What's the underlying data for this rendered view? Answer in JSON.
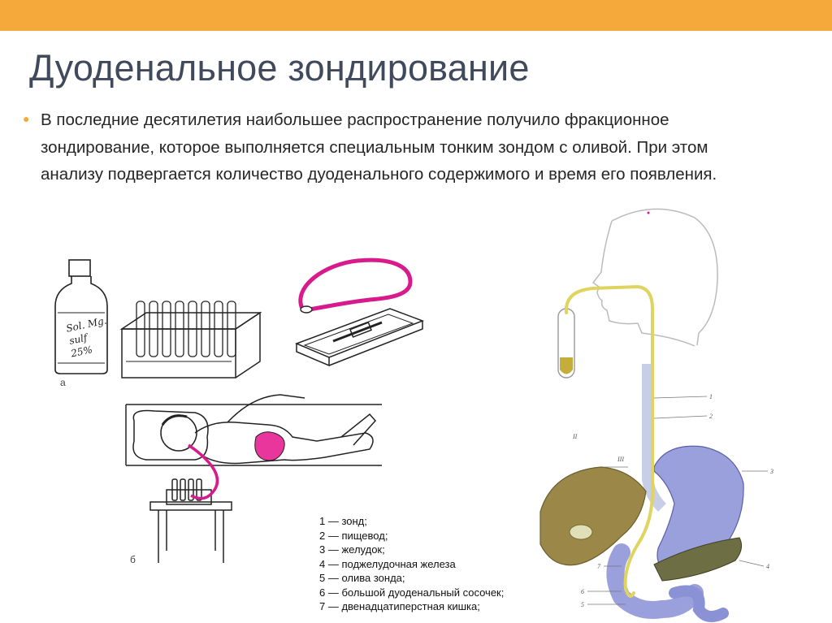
{
  "slide": {
    "title": "Дуоденальное зондирование",
    "bullet": "В последние десятилетия наибольшее распространение получило фракционное зондирование, которое выполняется специальным тонким зондом с оливой. При этом анализу подвергается количество дуоденального содержимого и время его появления.",
    "colors": {
      "accent_bar": "#f6a93b",
      "title": "#404a5c",
      "probe": "#d81b8c",
      "stomach": "#9aa0dc",
      "liver": "#9b8747",
      "tube": "#e0d460"
    }
  },
  "figure_a": {
    "panel_label": "а",
    "bottle_label": [
      "Sol. Mg.",
      "sulf",
      "25%"
    ]
  },
  "figure_b": {
    "panel_label": "б"
  },
  "anatomy": {
    "labels": [
      "1",
      "2",
      "3",
      "4",
      "5",
      "6",
      "7",
      "II",
      "III"
    ]
  },
  "legend": {
    "items": [
      "1 — зонд;",
      "2 — пищевод;",
      "3 — желудок;",
      "4 — поджелудочная железа",
      "5 — олива зонда;",
      "6 — большой дуоденальный сосочек;",
      "7 — двенадцатиперстная кишка;"
    ]
  }
}
